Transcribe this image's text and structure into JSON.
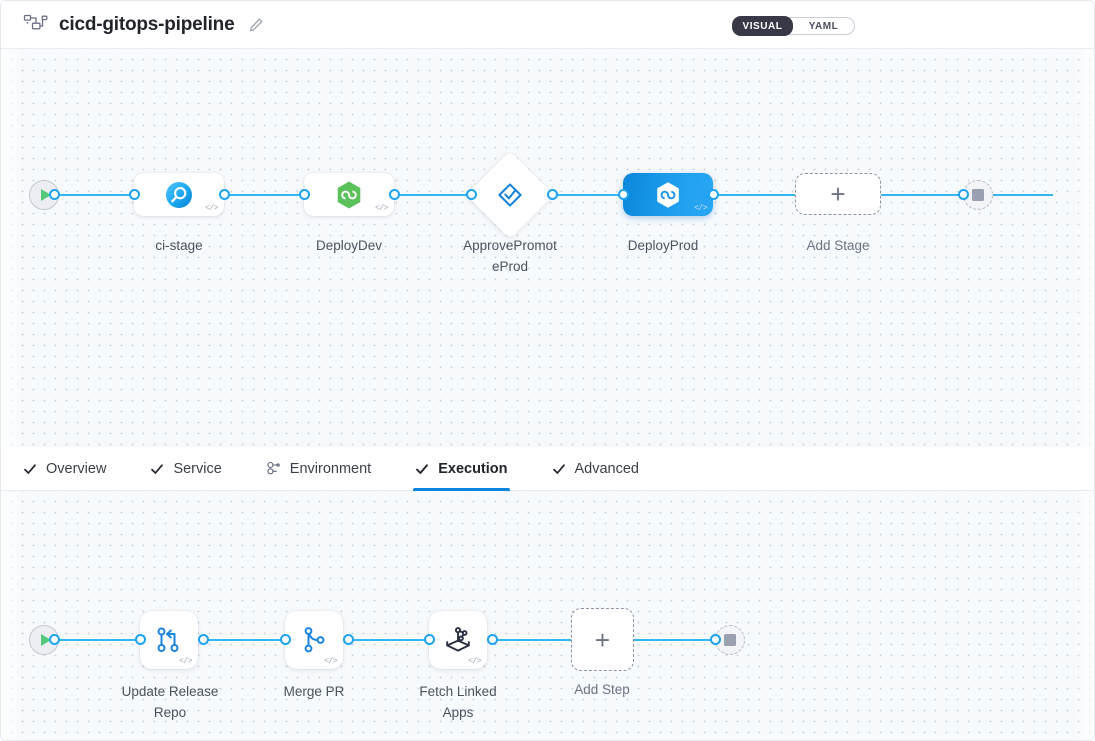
{
  "header": {
    "pipeline_icon": "pipeline-hierarchy-icon",
    "title": "cicd-gitops-pipeline",
    "edit_icon": "pencil-edit-icon",
    "view_toggle": {
      "visual_label": "VISUAL",
      "yaml_label": "YAML",
      "selected": "VISUAL",
      "selected_bg": "#383946"
    }
  },
  "stage_canvas": {
    "start_node": {
      "name": "pipeline-start",
      "icon": "play-icon"
    },
    "end_node": {
      "name": "pipeline-end",
      "icon": "stop-square-icon"
    },
    "stages": [
      {
        "label": "ci-stage",
        "icon": "ci-build-magnifier-icon",
        "type": "ci",
        "selected": false,
        "code_tag": "</>"
      },
      {
        "label": "DeployDev",
        "icon": "green-hexagon-infinity-icon",
        "type": "deploy",
        "selected": false,
        "code_tag": "</>"
      },
      {
        "label": "ApprovePromot\neProd",
        "icon": "approval-stamp-icon",
        "type": "approval",
        "selected": false,
        "code_tag": ""
      },
      {
        "label": "DeployProd",
        "icon": "white-hexagon-infinity-icon",
        "type": "deploy",
        "selected": true,
        "code_tag": "</>"
      }
    ],
    "add_stage": {
      "label": "Add Stage",
      "icon": "plus-icon"
    }
  },
  "tabs": [
    {
      "label": "Overview",
      "icon": "check-icon",
      "active": false
    },
    {
      "label": "Service",
      "icon": "check-icon",
      "active": false
    },
    {
      "label": "Environment",
      "icon": "infrastructure-nodes-icon",
      "active": false
    },
    {
      "label": "Execution",
      "icon": "check-icon",
      "active": true
    },
    {
      "label": "Advanced",
      "icon": "check-icon",
      "active": false
    }
  ],
  "step_canvas": {
    "start_node": {
      "name": "execution-start",
      "icon": "play-icon"
    },
    "end_node": {
      "name": "execution-end",
      "icon": "stop-square-icon"
    },
    "steps": [
      {
        "label": "Update Release\nRepo",
        "icon": "git-update-release-repo-icon",
        "code_tag": "</>"
      },
      {
        "label": "Merge PR",
        "icon": "git-merge-pr-icon",
        "code_tag": "</>"
      },
      {
        "label": "Fetch Linked\nApps",
        "icon": "argo-fetch-linked-apps-icon",
        "code_tag": "</>"
      }
    ],
    "add_step": {
      "label": "Add Step",
      "icon": "plus-icon"
    }
  },
  "colors": {
    "accent_blue": "#0a86df",
    "wire_blue": "#35b5f2",
    "deploy_green": "#5bc25b",
    "start_green": "#55c87a",
    "canvas_bg": "#f7fafc"
  }
}
